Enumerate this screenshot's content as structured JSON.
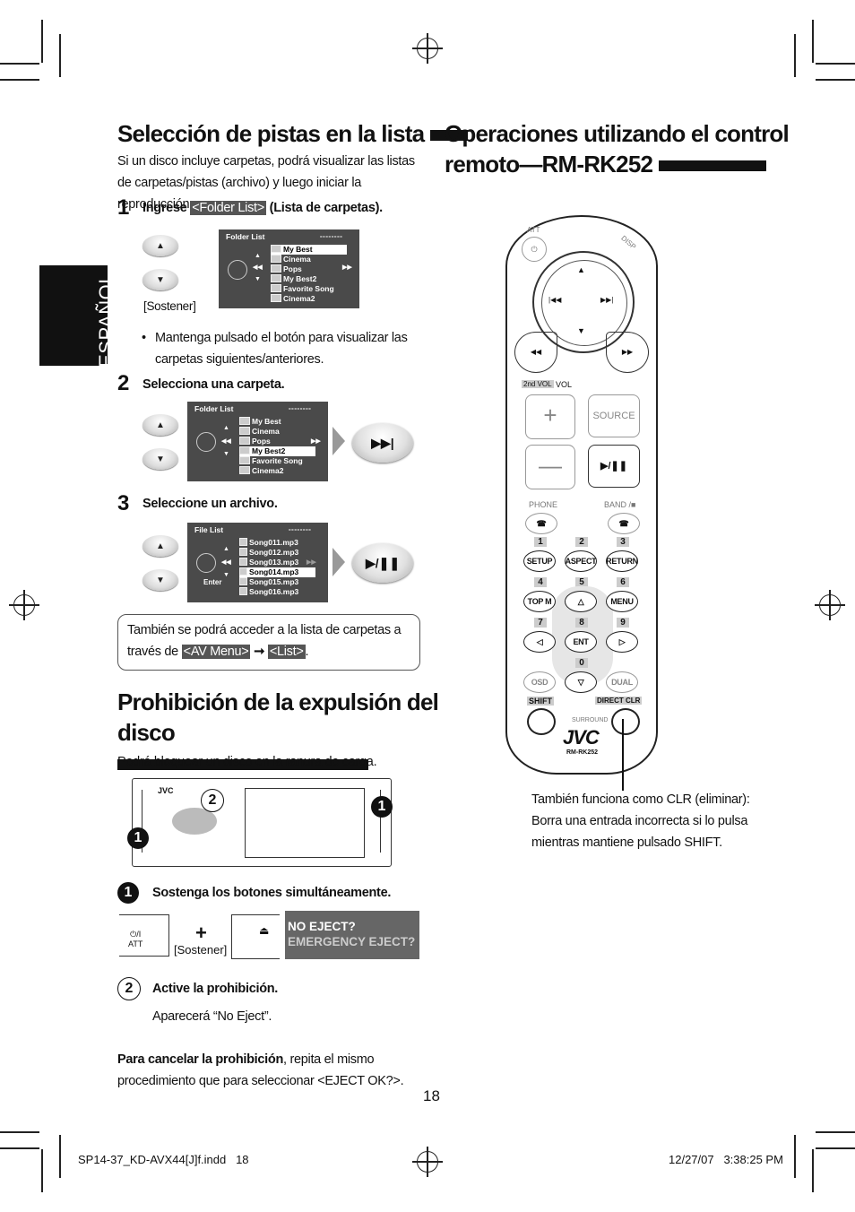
{
  "sidebar_tab": "ESPAÑOL",
  "section1": {
    "title": "Selección de pistas en la lista",
    "intro": "Si un disco incluye carpetas, podrá visualizar las listas de carpetas/pistas (archivo) y luego iniciar la reproducción.",
    "step1": {
      "num": "1",
      "pre": "Ingrese ",
      "hl": "<Folder List>",
      "post": " (Lista de carpetas)."
    },
    "hold_label": "[Sostener]",
    "bullet": "Mantenga pulsado el botón para visualizar las carpetas siguientes/anteriores.",
    "step2": {
      "num": "2",
      "label": "Selecciona una carpeta."
    },
    "step3": {
      "num": "3",
      "label": "Seleccione un archivo."
    },
    "screen1": {
      "header": "Folder List",
      "items": [
        "My Best",
        "Cinema",
        "Pops",
        "My Best2",
        "Favorite Song",
        "Cinema2"
      ]
    },
    "screen2": {
      "header": "Folder List",
      "items": [
        "My Best",
        "Cinema",
        "Pops",
        "My Best2",
        "Favorite Song",
        "Cinema2"
      ]
    },
    "screen3": {
      "header": "File List",
      "enter": "Enter",
      "items": [
        "Song011.mp3",
        "Song012.mp3",
        "Song013.mp3",
        "Song014.mp3",
        "Song015.mp3",
        "Song016.mp3"
      ]
    },
    "note_pre": "También se podrá acceder a la lista de carpetas a través de ",
    "note_hl1": "<AV Menu>",
    "note_hl2": "<List>",
    "note_post": "."
  },
  "section2": {
    "title_line1": "Prohibición de la expulsión del",
    "title_line2": "disco",
    "intro": "Podrá bloquear un disco en la ranura de carga.",
    "brand": "JVC",
    "step1_label": "Sostenga los botones simultáneamente.",
    "btn_att": "⏻/I",
    "btn_att2": "ATT",
    "plus": "+",
    "hold_label": "[Sostener]",
    "display_line1": "NO EJECT?",
    "display_line2": "EMERGENCY EJECT?",
    "step2_label": "Active la prohibición.",
    "step2_desc": "Aparecerá “No Eject”.",
    "cancel_bold": "Para cancelar la prohibición",
    "cancel_rest": ", repita el mismo procedimiento que para seleccionar <EJECT OK?>."
  },
  "section3": {
    "title_line1": "Operaciones utilizando el control",
    "title_line2": "remoto—RM-RK252",
    "remote": {
      "att": "ATT",
      "disp": "DISP",
      "vol2nd": "2nd VOL",
      "vol": "VOL",
      "source": "SOURCE",
      "phone": "PHONE",
      "band": "BAND /■",
      "nums": [
        "1",
        "2",
        "3",
        "4",
        "5",
        "6",
        "7",
        "8",
        "9",
        "0"
      ],
      "setup": "SETUP",
      "aspect": "ASPECT",
      "return": "RETURN",
      "topm": "TOP M",
      "menu": "MENU",
      "ent": "ENT",
      "osd": "OSD",
      "dual": "DUAL",
      "shift": "SHIFT",
      "direct": "DIRECT",
      "clr": "CLR",
      "surround": "SURROUND",
      "brand": "JVC",
      "model": "RM-RK252"
    },
    "caption": "También funciona como CLR (eliminar): Borra una entrada incorrecta si lo pulsa mientras mantiene pulsado SHIFT."
  },
  "page_number": "18",
  "footer": {
    "file": "SP14-37_KD-AVX44[J]f.indd   18",
    "date": "12/27/07   3:38:25 PM"
  }
}
